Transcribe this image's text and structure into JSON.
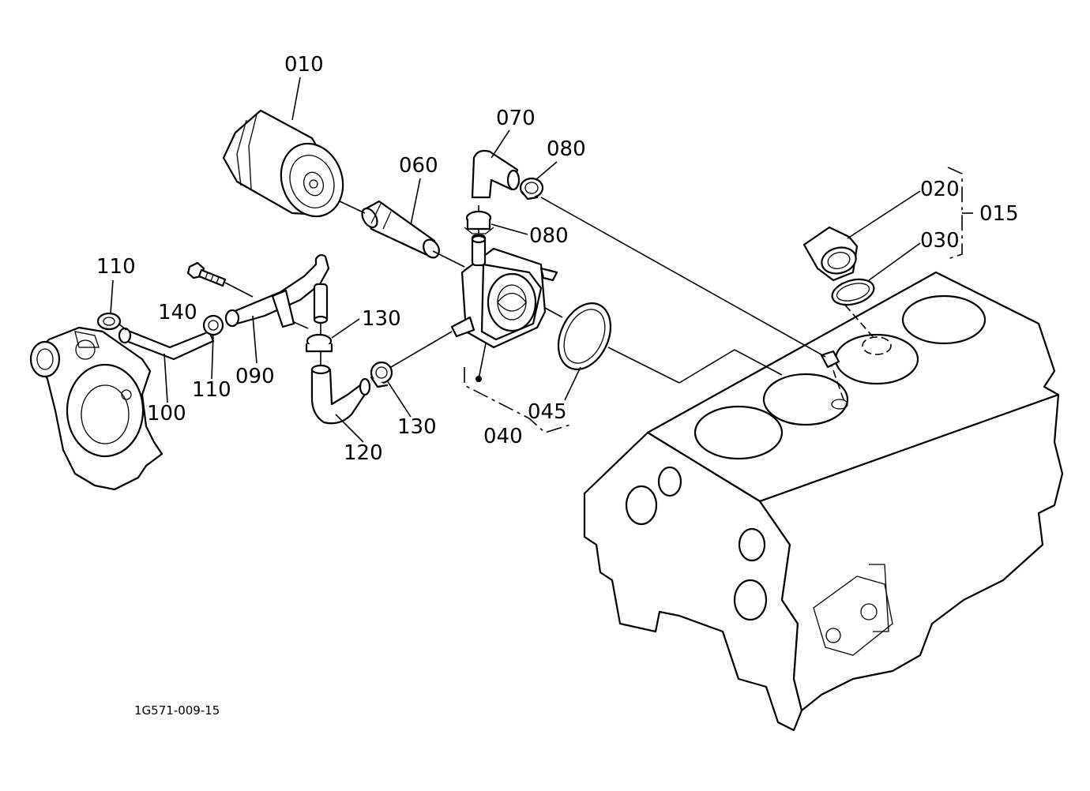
{
  "labels": {
    "p010": "010",
    "p015": "015",
    "p020": "020",
    "p030": "030",
    "p040": "040",
    "p045": "045",
    "p060": "060",
    "p070": "070",
    "p080a": "080",
    "p080b": "080",
    "p090": "090",
    "p100": "100",
    "p110a": "110",
    "p110b": "110",
    "p120": "120",
    "p130a": "130",
    "p130b": "130",
    "p140": "140"
  },
  "drawing_code": "1G571-009-15"
}
